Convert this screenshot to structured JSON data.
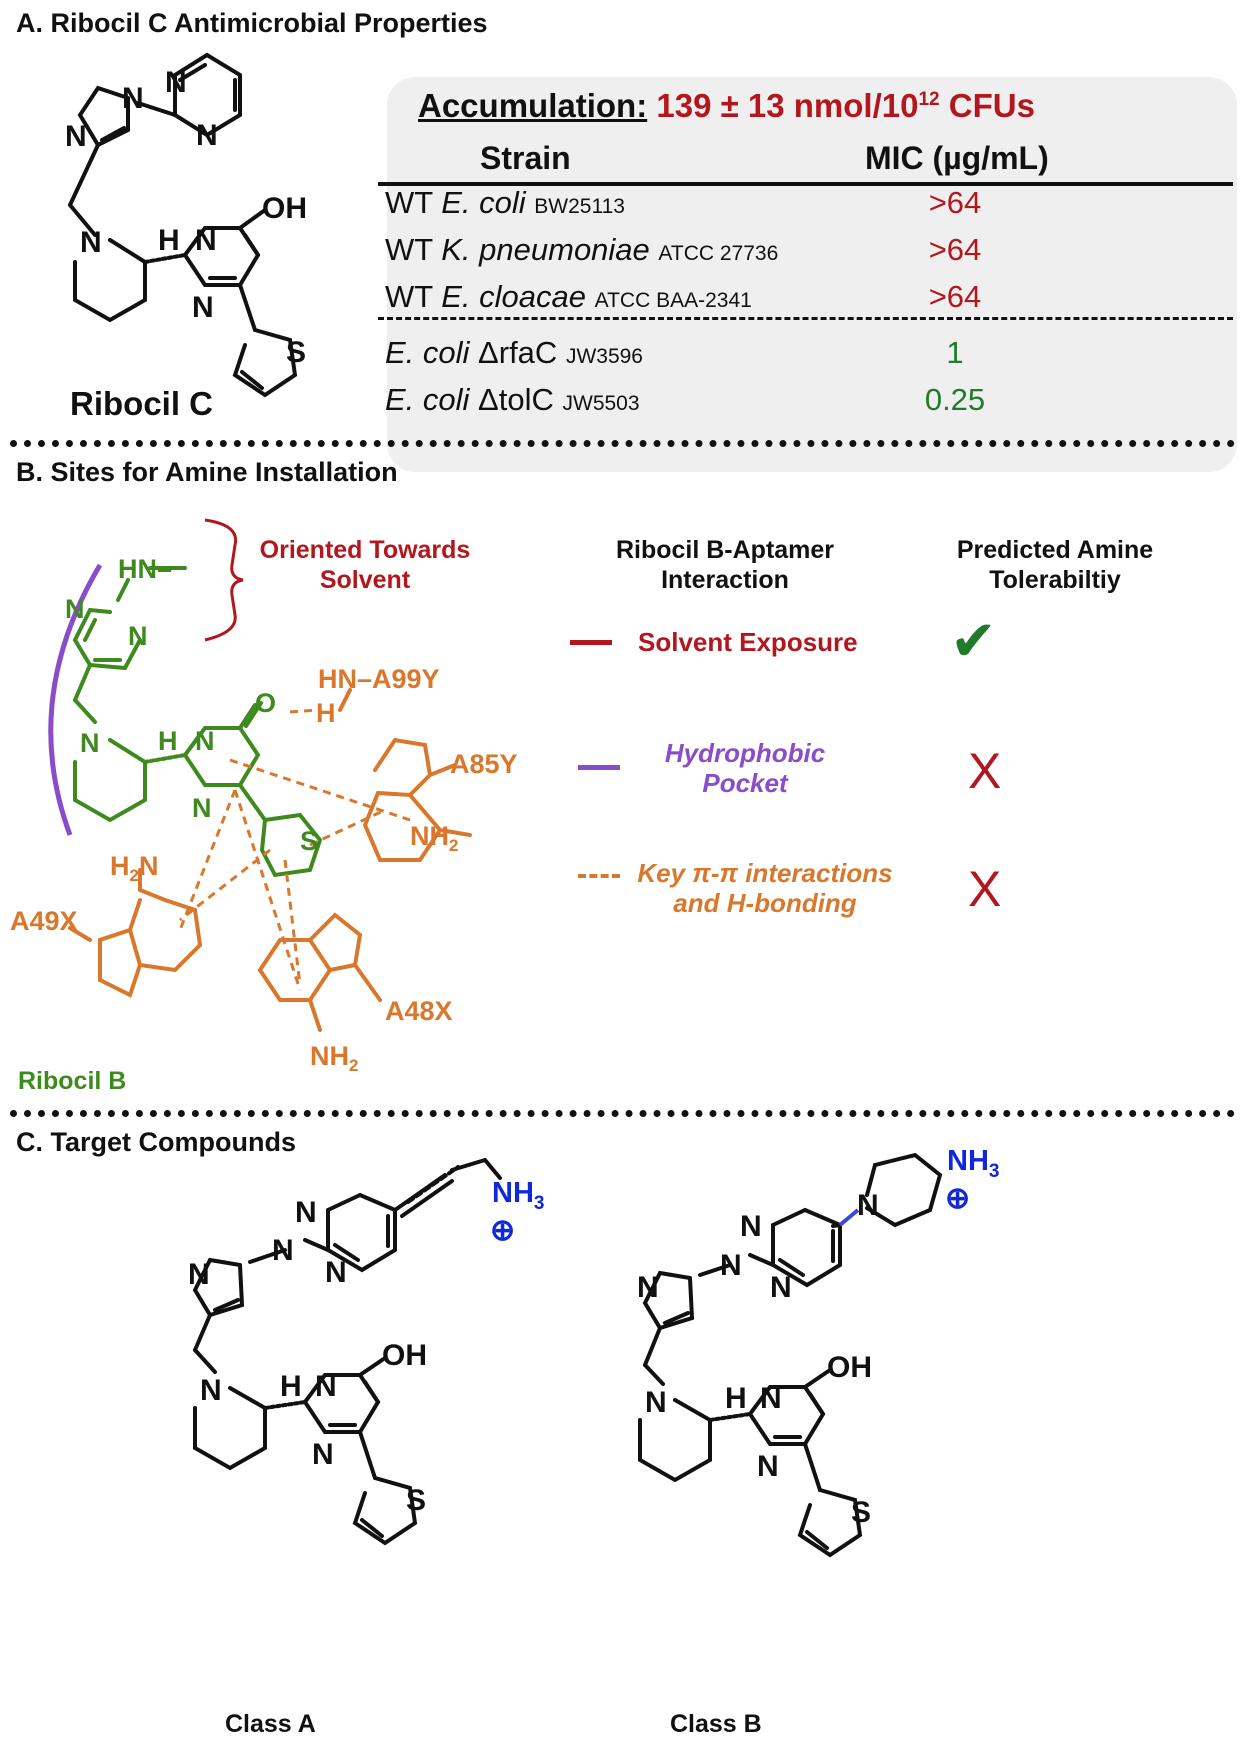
{
  "section_a": {
    "title": "A. Ribocil C Antimicrobial Properties",
    "molecule_name": "Ribocil C",
    "accumulation_label": "Accumulation:",
    "accumulation_value": "139 ± 13 nmol/10",
    "accumulation_exp": "12",
    "accumulation_unit": " CFUs",
    "col_strain": "Strain",
    "col_mic": "MIC (µg/mL)",
    "rows": [
      {
        "prefix": "WT ",
        "species": "E. coli",
        "suffix": "",
        "strain": "BW25113",
        "mic": ">64",
        "color": "#b3171e"
      },
      {
        "prefix": "WT ",
        "species": "K. pneumoniae",
        "suffix": "",
        "strain": "ATCC 27736",
        "mic": ">64",
        "color": "#b3171e"
      },
      {
        "prefix": "WT ",
        "species": "E. cloacae",
        "suffix": "",
        "strain": "ATCC BAA-2341",
        "mic": ">64",
        "color": "#b3171e"
      },
      {
        "prefix": "",
        "species": "E. coli",
        "suffix": " ΔrfaC",
        "strain": "JW3596",
        "mic": "1",
        "color": "#1f7a2a"
      },
      {
        "prefix": "",
        "species": "E. coli",
        "suffix": " ΔtolC",
        "strain": "JW5503",
        "mic": "0.25",
        "color": "#1f7a2a"
      }
    ]
  },
  "section_b": {
    "title": "B. Sites for Amine Installation",
    "solvent_label_1": "Oriented Towards",
    "solvent_label_2": "Solvent",
    "col_interaction_1": "Ribocil B-Aptamer",
    "col_interaction_2": "Interaction",
    "col_tolerability_1": "Predicted Amine",
    "col_tolerability_2": "Tolerabiltiy",
    "legend": [
      {
        "line1": "Solvent Exposure",
        "line2": "",
        "result": "✔"
      },
      {
        "line1": "Hydrophobic",
        "line2": "Pocket",
        "result": "X"
      },
      {
        "line1": "Key π-π interactions",
        "line2": "and H-bonding",
        "result": "X"
      }
    ],
    "molecule_name": "Ribocil B",
    "residues": {
      "a99y": "HN–A99Y",
      "h": "H",
      "a85y": "A85Y",
      "a49x": "A49X",
      "a48x": "A48X"
    },
    "colors": {
      "solvent": "#b3171e",
      "hydrophobic": "#8a4cc7",
      "interaction": "#d9782c",
      "ribocil": "#3f8a1f"
    }
  },
  "section_c": {
    "title": "C. Target Compounds",
    "class_a": "Class A",
    "class_b": "Class B",
    "amine": "NH",
    "amine_sub": "3",
    "charge": "⊕"
  },
  "atoms": {
    "N": "N",
    "OH": "OH",
    "S": "S",
    "H": "H",
    "O": "O",
    "NH2": "NH",
    "sub2": "2",
    "HN": "HN–",
    "H2N": "H",
    "H2N_tail": "N"
  }
}
